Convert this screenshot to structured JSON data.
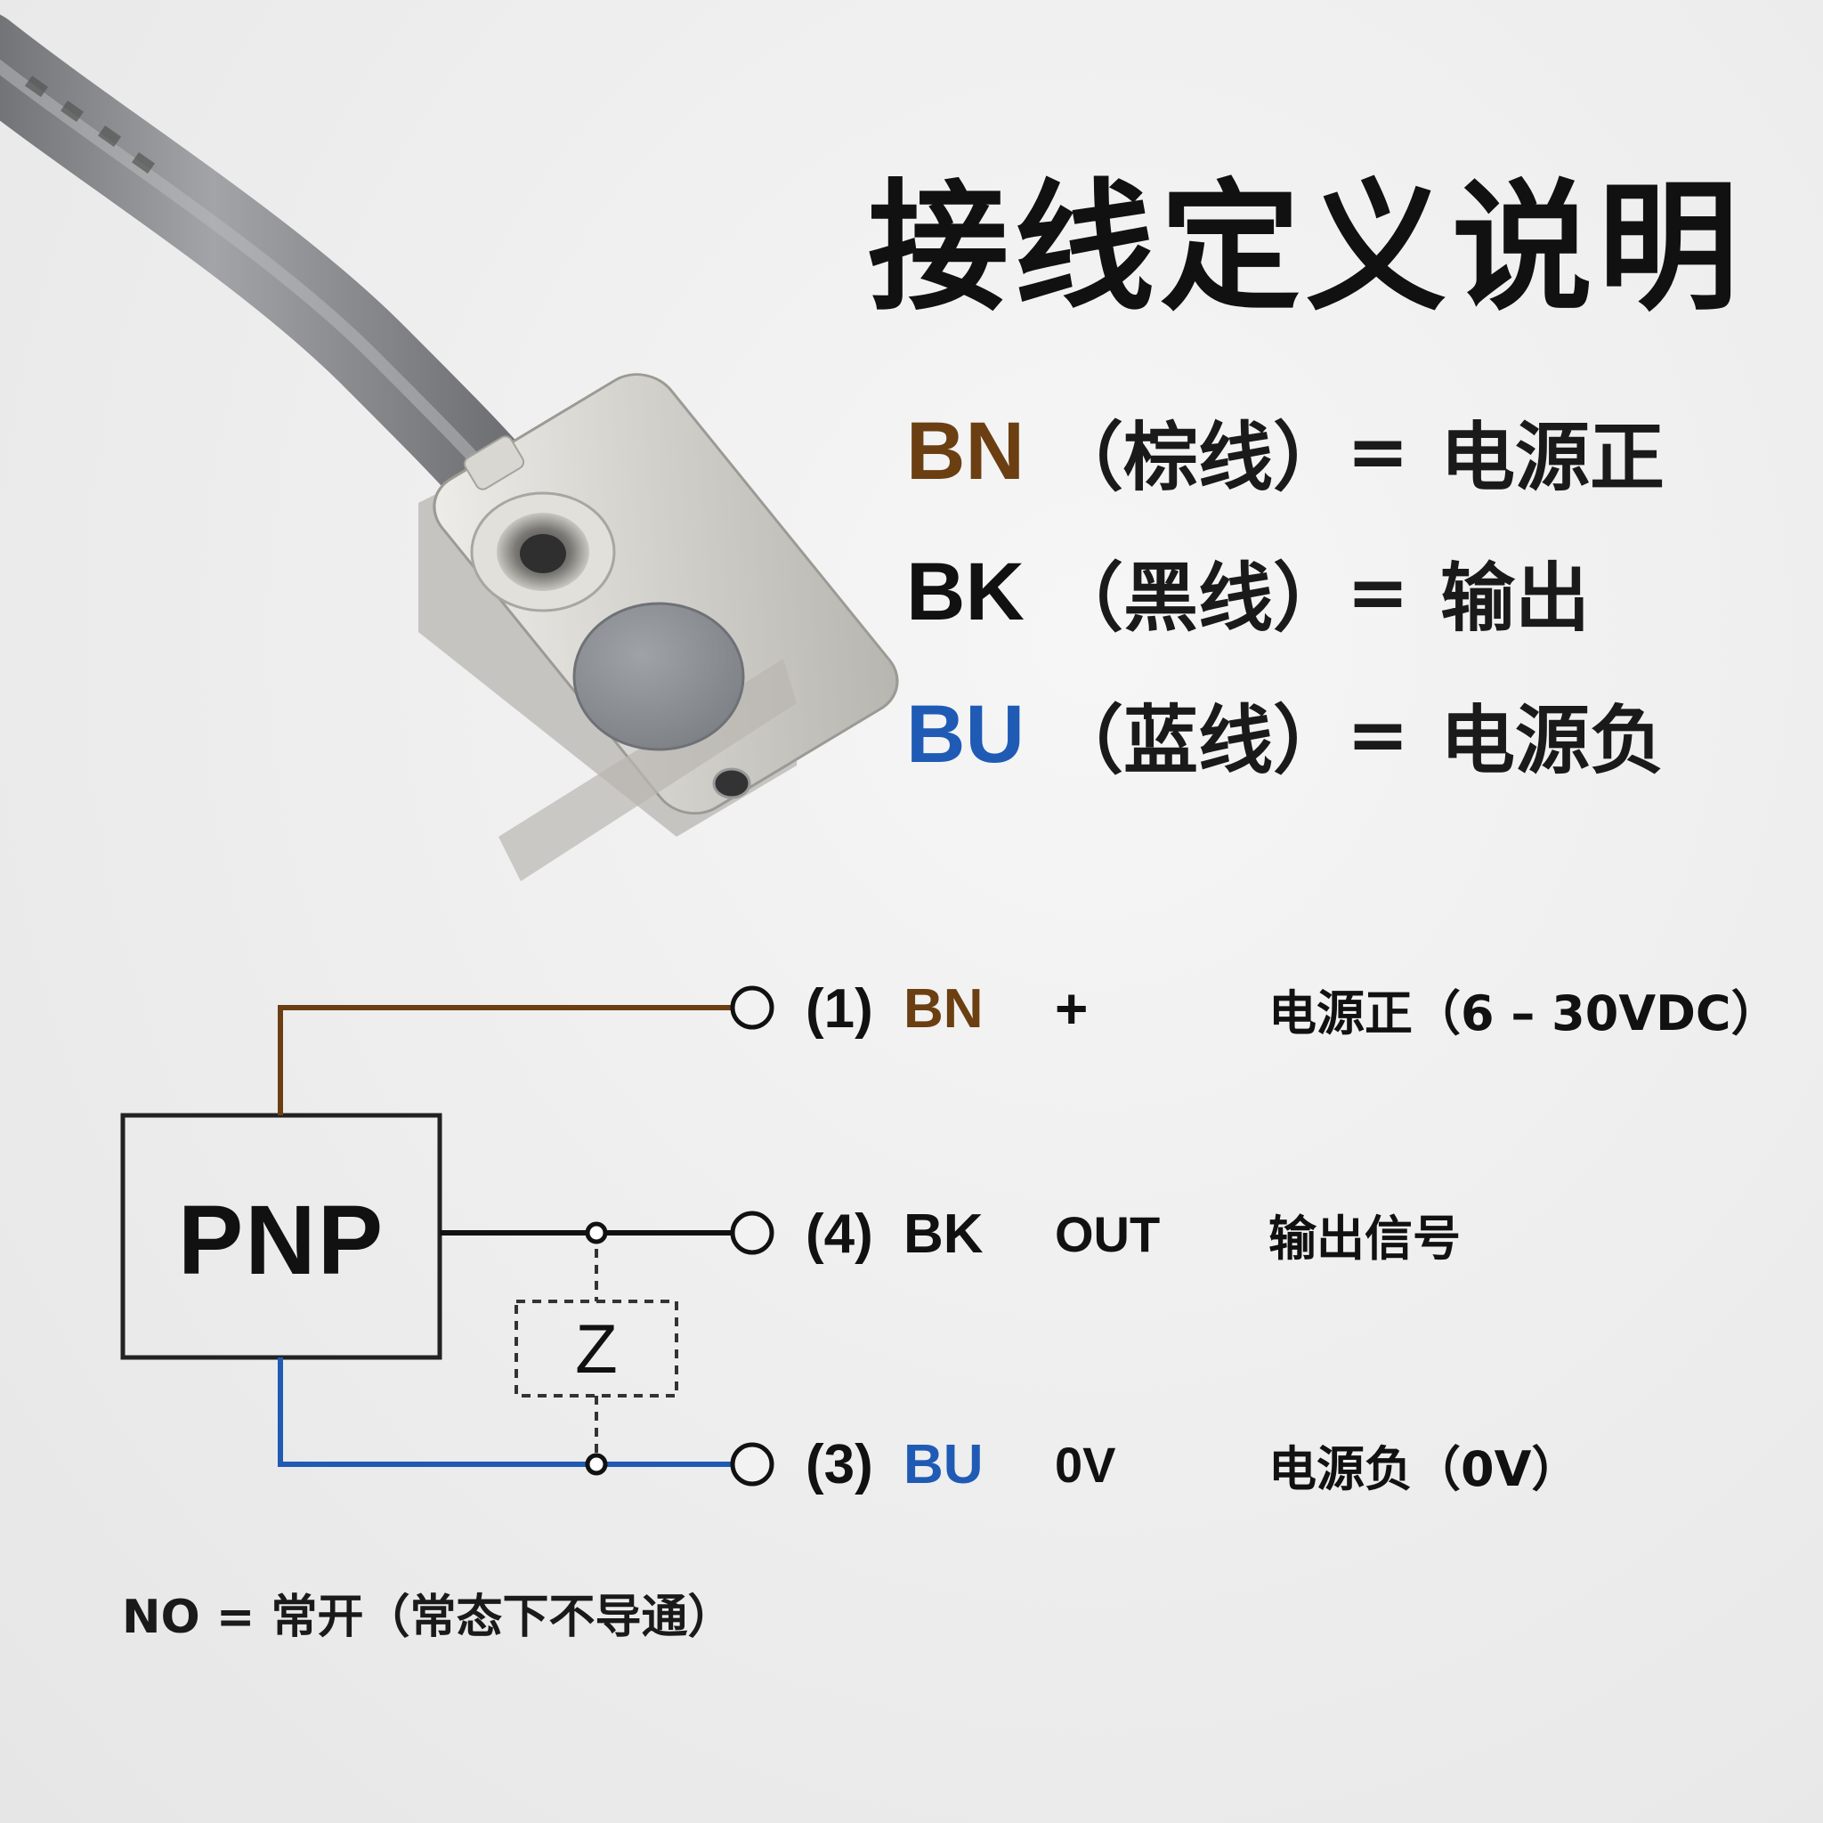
{
  "title": "接线定义说明",
  "colors": {
    "brown": "#6b3f12",
    "black": "#111111",
    "blue": "#1f5bb5",
    "cable": "#8c8d90",
    "metal": "#d8d6d1",
    "sensor_face": "#8d9196"
  },
  "definitions": [
    {
      "code": "BN",
      "color_name": "（棕线）",
      "equals": "=",
      "meaning": "电源正",
      "color": "#6b3f12"
    },
    {
      "code": "BK",
      "color_name": "（黑线）",
      "equals": "=",
      "meaning": "输出",
      "color": "#111111"
    },
    {
      "code": "BU",
      "color_name": "（蓝线）",
      "equals": "=",
      "meaning": "电源负",
      "color": "#1f5bb5"
    }
  ],
  "diagram": {
    "box_label": "PNP",
    "load_label": "Z",
    "pins": [
      {
        "number": "(1)",
        "code": "BN",
        "symbol": "+",
        "description": "电源正（6 – 30VDC）",
        "color": "#6b3f12"
      },
      {
        "number": "(4)",
        "code": "BK",
        "symbol": "OUT",
        "description": "输出信号",
        "color": "#111111"
      },
      {
        "number": "(3)",
        "code": "BU",
        "symbol": "0V",
        "description": "电源负（0V）",
        "color": "#1f5bb5"
      }
    ]
  },
  "note": "NO = 常开（常态下不导通）"
}
